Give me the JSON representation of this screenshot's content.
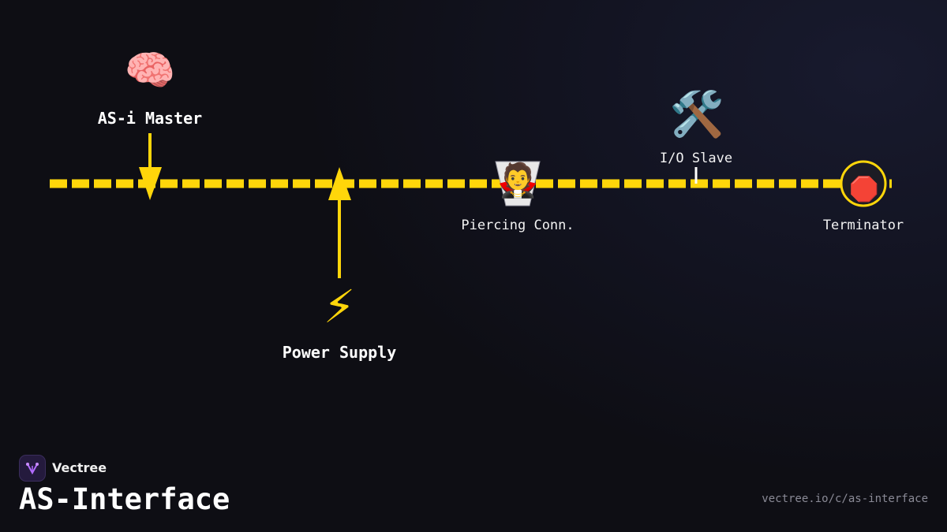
{
  "diagram": {
    "nodes": {
      "master": {
        "label": "AS-i Master",
        "icon": "brain-icon",
        "glyph": "🧠"
      },
      "power": {
        "label": "Power Supply",
        "icon": "lightning-icon",
        "glyph": "⚡"
      },
      "piercing": {
        "label": "Piercing Conn.",
        "icon": "vampire-icon",
        "glyph": "🧛"
      },
      "slave": {
        "label": "I/O Slave",
        "icon": "tools-icon",
        "glyph": "🛠️"
      },
      "terminator": {
        "label": "Terminator",
        "icon": "stop-sign-icon",
        "glyph": "🛑"
      }
    },
    "colors": {
      "bus": "#ffd60a",
      "connector_fill": "#e8e8e8",
      "background": "#0e0e14"
    }
  },
  "footer": {
    "brand": "Vectree",
    "title": "AS-Interface",
    "url": "vectree.io/c/as-interface"
  }
}
